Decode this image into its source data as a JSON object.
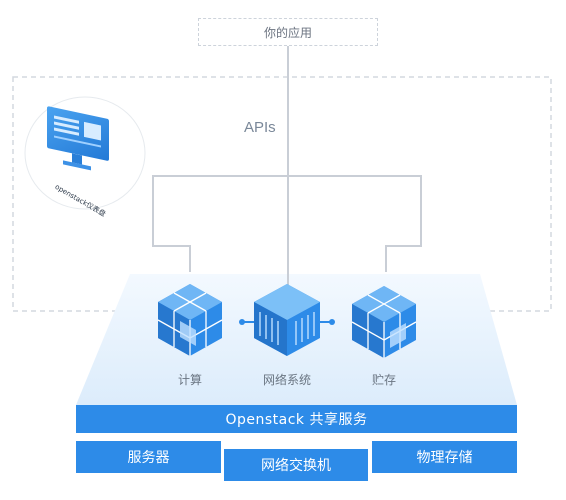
{
  "top_app": {
    "label": "你的应用"
  },
  "api_label": "APIs",
  "dashboard": {
    "label": "openstack仪表盘"
  },
  "services": [
    {
      "label": "计算",
      "icon": "compute-cube-icon"
    },
    {
      "label": "网络系统",
      "icon": "network-cube-icon"
    },
    {
      "label": "贮存",
      "icon": "storage-cube-icon"
    }
  ],
  "shared_services": {
    "label": "Openstack 共享服务"
  },
  "hardware": {
    "server": "服务器",
    "switch": "网络交换机",
    "storage": "物理存储"
  },
  "colors": {
    "primary_blue": "#2d8be8",
    "platform_light": "#e8f3fd",
    "dashed_border": "#cdd3db",
    "connector_line": "#c9ced6"
  }
}
